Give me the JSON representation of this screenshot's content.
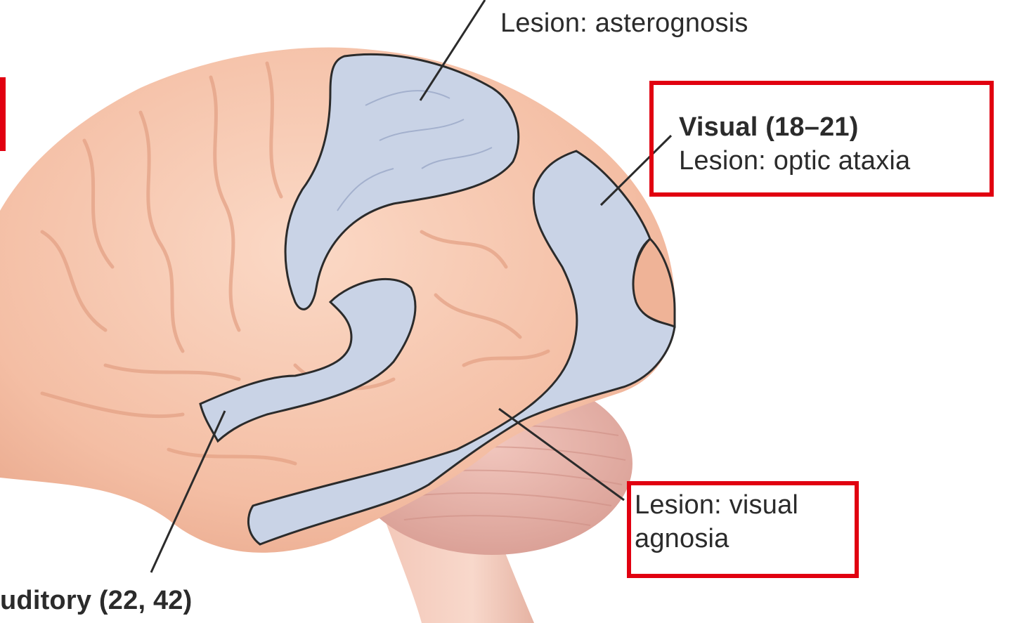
{
  "labels": {
    "somatosensory": {
      "lesion": "Lesion: asterognosis"
    },
    "visual": {
      "title": "Visual (18–21)",
      "lesion": "Lesion: optic ataxia"
    },
    "visual_agnosia": {
      "line1": "Lesion: visual",
      "line2": "agnosia"
    },
    "auditory": {
      "title": "uditory (22, 42)"
    }
  },
  "colors": {
    "brain": "#f6c4ab",
    "brain_shadow": "#e7a88d",
    "association_area": "#c9d3e6",
    "cerebellum": "#e6b6ac",
    "highlight_box": "#e10010",
    "leader_line": "#2b2b2b"
  }
}
